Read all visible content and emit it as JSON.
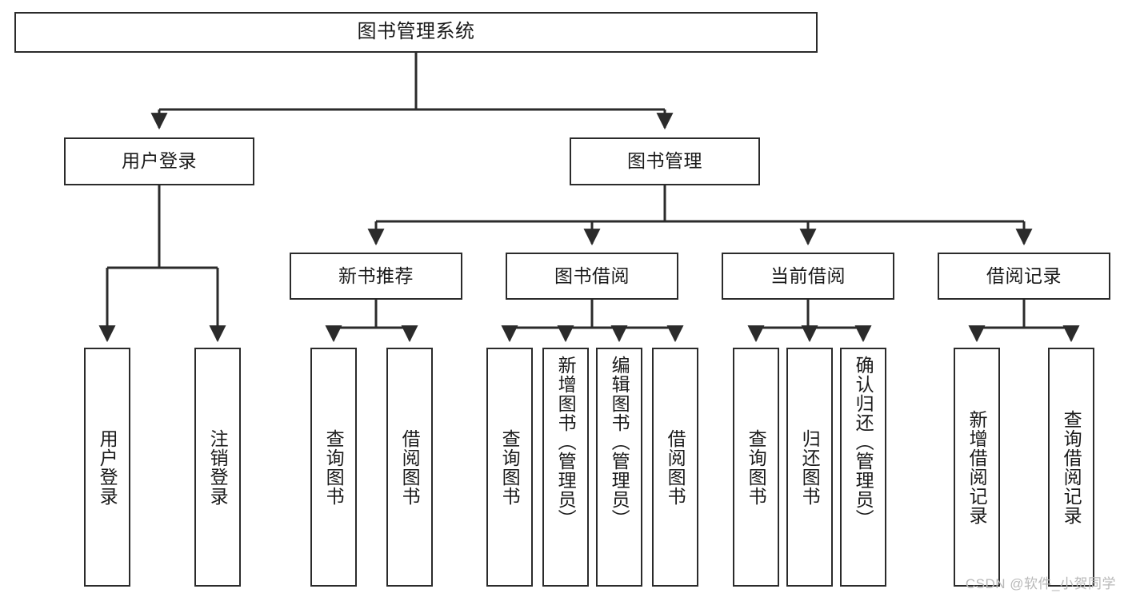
{
  "diagram": {
    "title": "图书管理系统",
    "type": "tree-hierarchy",
    "background_color": "#ffffff",
    "node_border_color": "#2b2b2b",
    "edge_color": "#2b2b2b",
    "text_color": "#1a1a1a"
  },
  "nodes": {
    "root": {
      "label": "图书管理系统"
    },
    "level1": [
      {
        "id": "user-login",
        "label": "用户登录"
      },
      {
        "id": "book-manage",
        "label": "图书管理"
      }
    ],
    "level2": [
      {
        "id": "new-book-recommend",
        "label": "新书推荐"
      },
      {
        "id": "book-borrow",
        "label": "图书借阅"
      },
      {
        "id": "current-borrow",
        "label": "当前借阅"
      },
      {
        "id": "borrow-record",
        "label": "借阅记录"
      }
    ],
    "leaves": {
      "user_login": [
        {
          "id": "leaf-user-login",
          "label": "用户登录"
        },
        {
          "id": "leaf-logout-login",
          "label": "注销登录"
        }
      ],
      "new_book_recommend": [
        {
          "id": "leaf-query-book-1",
          "label": "查询图书"
        },
        {
          "id": "leaf-borrow-book-1",
          "label": "借阅图书"
        }
      ],
      "book_borrow": [
        {
          "id": "leaf-query-book-2",
          "label": "查询图书"
        },
        {
          "id": "leaf-add-book-admin",
          "label": "新增图书（管理员）"
        },
        {
          "id": "leaf-edit-book-admin",
          "label": "编辑图书（管理员）"
        },
        {
          "id": "leaf-borrow-book-2",
          "label": "借阅图书"
        }
      ],
      "current_borrow": [
        {
          "id": "leaf-query-book-3",
          "label": "查询图书"
        },
        {
          "id": "leaf-return-book",
          "label": "归还图书"
        },
        {
          "id": "leaf-confirm-return-admin",
          "label": "确认归还（管理员）"
        }
      ],
      "borrow_record": [
        {
          "id": "leaf-add-borrow-record",
          "label": "新增借阅记录"
        },
        {
          "id": "leaf-query-borrow-record",
          "label": "查询借阅记录"
        }
      ]
    }
  },
  "watermark": {
    "text": "CSDN @软件_小贺同学"
  }
}
